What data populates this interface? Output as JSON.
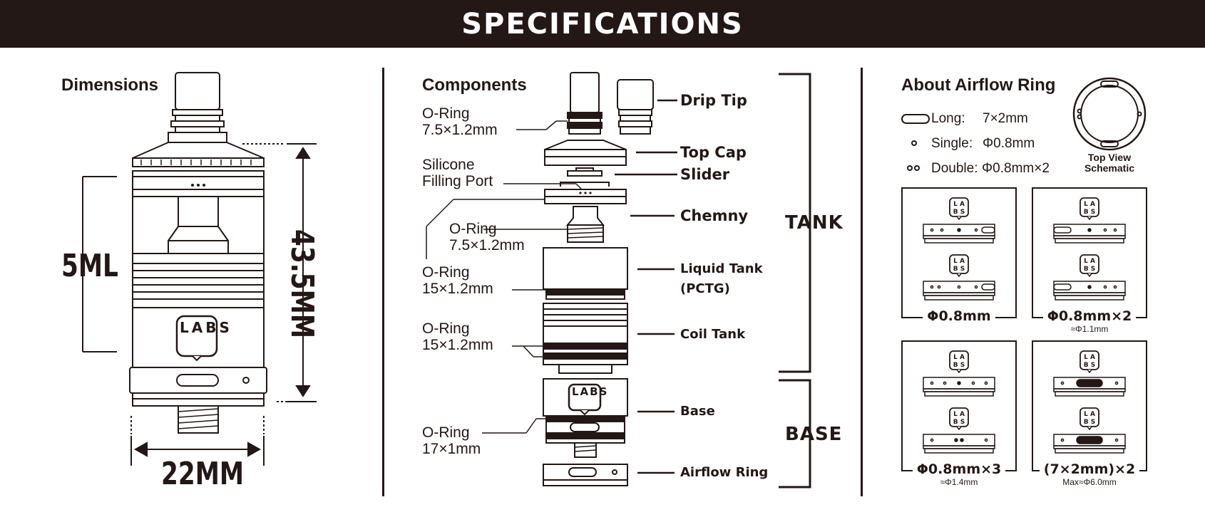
{
  "header": {
    "title": "SPECIFICATIONS"
  },
  "dimensions": {
    "title": "Dimensions",
    "capacity": "5ML",
    "height": "43.5MM",
    "diameter": "22MM",
    "logo": "LABS"
  },
  "components": {
    "title": "Components",
    "callouts": [
      {
        "line1": "O-Ring",
        "line2": "7.5×1.2mm"
      },
      {
        "line1": "Silicone",
        "line2": "Filling Port"
      },
      {
        "line1": "O-Ring",
        "line2": "7.5×1.2mm"
      },
      {
        "line1": "O-Ring",
        "line2": "15×1.2mm"
      },
      {
        "line1": "O-Ring",
        "line2": "15×1.2mm"
      },
      {
        "line1": "O-Ring",
        "line2": "17×1mm"
      }
    ],
    "parts": [
      "Drip Tip",
      "Top Cap",
      "Slider",
      "Chemny",
      "Liquid Tank",
      "(PCTG)",
      "Coil Tank",
      "Base",
      "Airflow Ring"
    ],
    "groups": [
      "TANK",
      "BASE"
    ]
  },
  "airflow": {
    "title": "About Airflow Ring",
    "legend": [
      {
        "name": "Long:",
        "value": "7×2mm"
      },
      {
        "name": "Single:",
        "value": "Φ0.8mm"
      },
      {
        "name": "Double:",
        "value": "Φ0.8mm×2"
      }
    ],
    "schematic_label_1": "Top View",
    "schematic_label_2": "Schematic",
    "panels": [
      {
        "label": "Φ0.8mm",
        "sub": ""
      },
      {
        "label": "Φ0.8mm×2",
        "sub": "≈Φ1.1mm"
      },
      {
        "label": "Φ0.8mm×3",
        "sub": "≈Φ1.4mm"
      },
      {
        "label": "(7×2mm)×2",
        "sub": "Max≈Φ6.0mm"
      }
    ]
  },
  "colors": {
    "ink": "#231815",
    "background": "#ffffff"
  }
}
